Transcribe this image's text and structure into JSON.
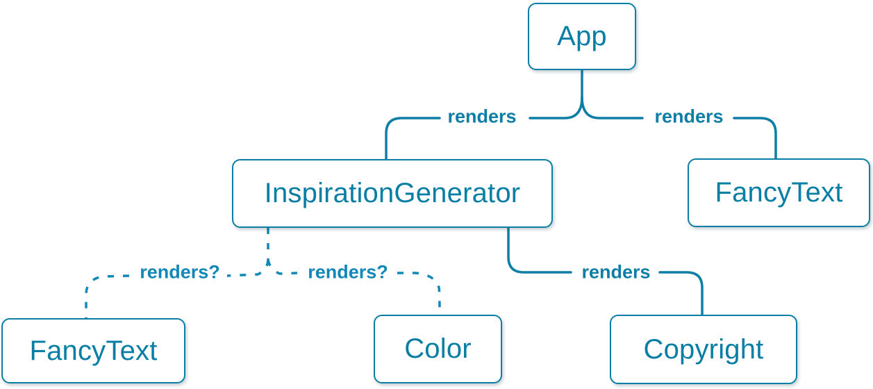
{
  "diagram": {
    "type": "component-render-tree",
    "colors": {
      "line": "#0f7ea6",
      "dashed_line": "#1287b8",
      "node_text": "#087ea4",
      "node_border": "#0a7ea4",
      "node_background": "#ffffff"
    },
    "nodes": [
      {
        "id": "app",
        "label": "App"
      },
      {
        "id": "inspiration-generator",
        "label": "InspirationGenerator"
      },
      {
        "id": "fancy-text-top",
        "label": "FancyText"
      },
      {
        "id": "fancy-text-bottom",
        "label": "FancyText"
      },
      {
        "id": "color",
        "label": "Color"
      },
      {
        "id": "copyright",
        "label": "Copyright"
      }
    ],
    "edges": [
      {
        "from": "App",
        "to": "InspirationGenerator",
        "label": "renders",
        "style": "solid"
      },
      {
        "from": "App",
        "to": "FancyText",
        "label": "renders",
        "style": "solid"
      },
      {
        "from": "InspirationGenerator",
        "to": "FancyText",
        "label": "renders?",
        "style": "dashed"
      },
      {
        "from": "InspirationGenerator",
        "to": "Color",
        "label": "renders?",
        "style": "dashed"
      },
      {
        "from": "InspirationGenerator",
        "to": "Copyright",
        "label": "renders",
        "style": "solid"
      }
    ]
  }
}
